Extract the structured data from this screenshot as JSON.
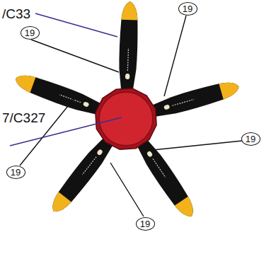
{
  "diagram": {
    "nodes": [
      {
        "text": [
          "19"
        ]
      },
      {
        "text": [
          "19"
        ]
      },
      {
        "text": [
          "19"
        ]
      },
      {
        "text": [
          "19"
        ]
      },
      {
        "text": [
          "19"
        ]
      }
    ],
    "labels": [
      "/C33",
      "7/C327"
    ]
  }
}
